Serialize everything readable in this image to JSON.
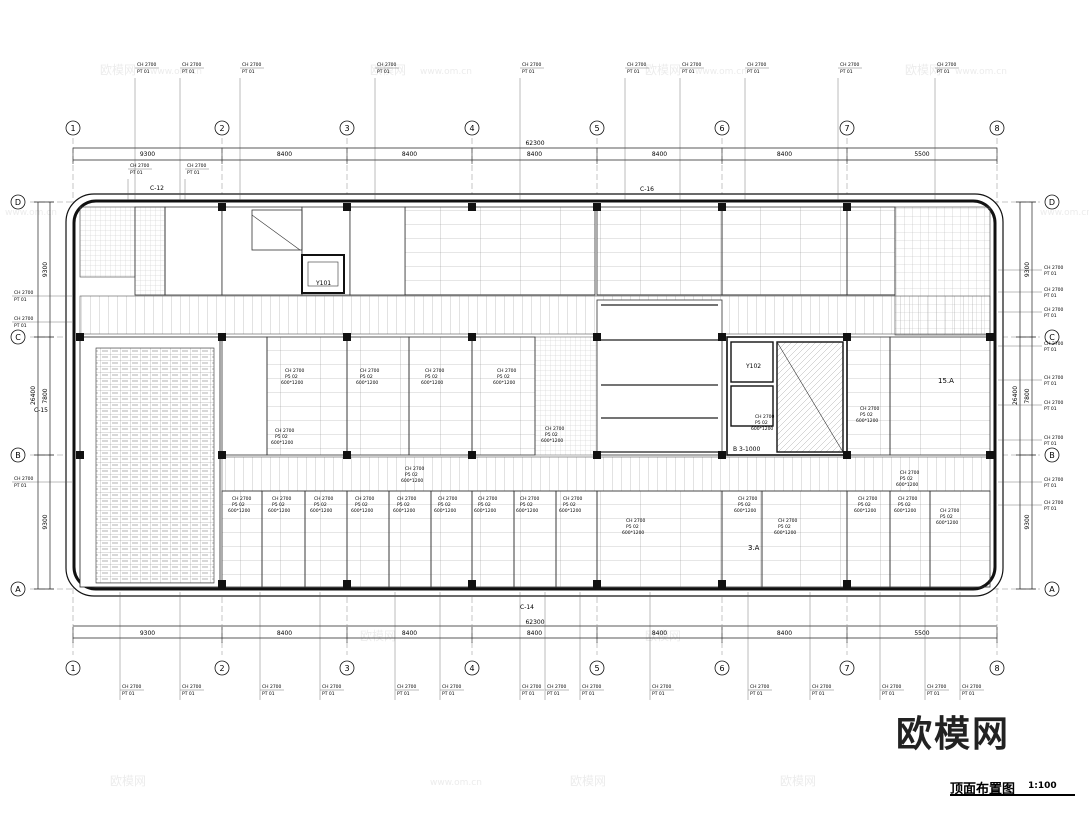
{
  "drawing": {
    "title": "顶面布置图",
    "scale": "1:100",
    "watermark_text": "欧模网",
    "watermark_url": "www.om.cn",
    "total_dimension": "62300",
    "bay_dimensions_top": [
      "9300",
      "8400",
      "8400",
      "8400",
      "8400",
      "8400",
      "5500"
    ],
    "bay_dimensions_bottom": [
      "9300",
      "8400",
      "8400",
      "8400",
      "8400",
      "8400",
      "5500"
    ],
    "grid_columns": [
      "1",
      "2",
      "3",
      "4",
      "5",
      "6",
      "7",
      "8"
    ],
    "grid_rows": [
      "D",
      "C",
      "B",
      "A"
    ],
    "row_dimensions_left": [
      "9300",
      "7800",
      "9300"
    ],
    "row_total_left": "26400",
    "row_dimensions_right": [
      "9300",
      "7800",
      "9300"
    ],
    "row_total_right": "26400",
    "marks": {
      "elev_top": "C-16",
      "elev_bottom": "C-14",
      "elev_left": "C-15",
      "elev_tl": "C-12"
    },
    "room_labels": {
      "room_15a": "15.A",
      "room_3a": "3.A",
      "stair_note": "B  3-1000",
      "elev_y101": "Y101",
      "elev_y102": "Y102"
    },
    "callout_codes": [
      "CH 2700",
      "PT 01",
      "P5 02",
      "600*1200"
    ]
  }
}
